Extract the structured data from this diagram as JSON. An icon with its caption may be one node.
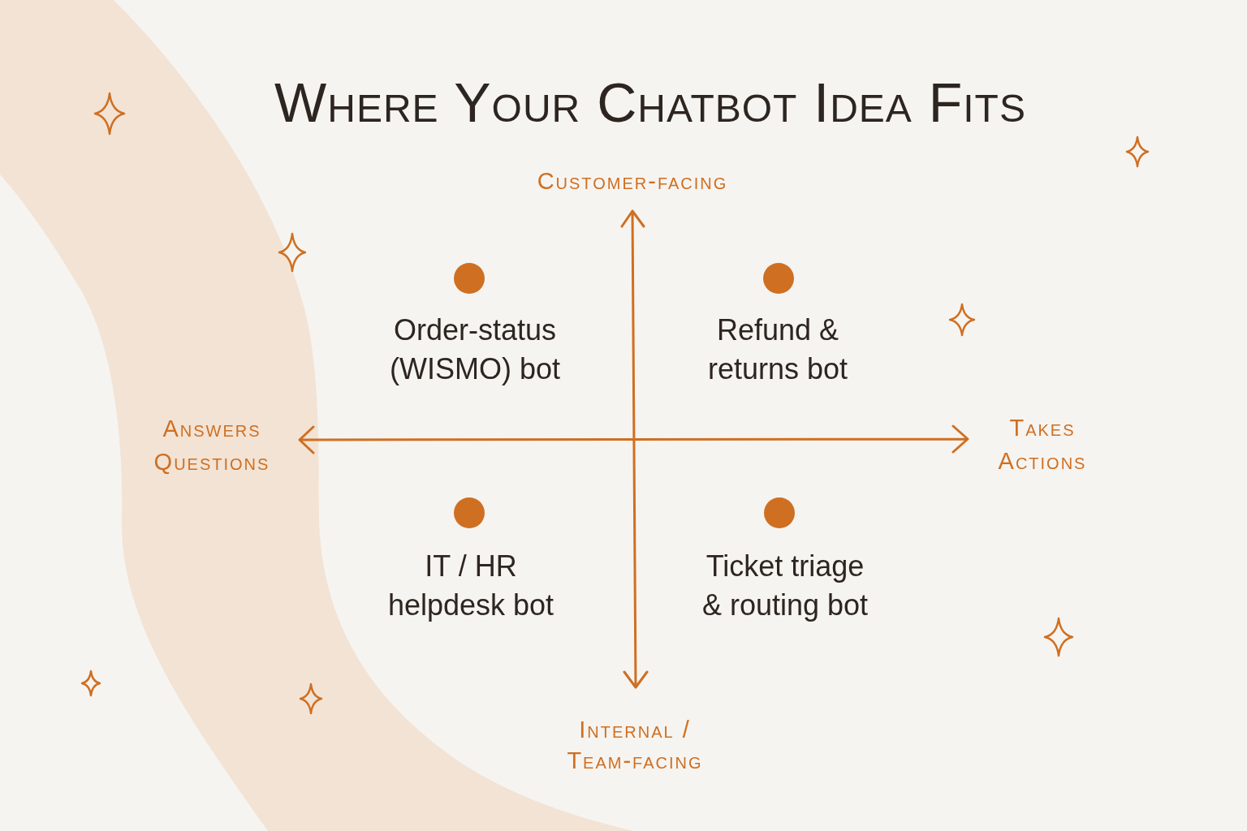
{
  "diagram": {
    "title": "Where Your Chatbot Idea Fits",
    "nodes": [
      {
        "text": [],
        "shape": "circle",
        "beside": [
          "Order-status (WISMO) bot"
        ]
      },
      {
        "text": [],
        "shape": "circle",
        "beside": [
          "Refund & returns bot"
        ]
      },
      {
        "text": [],
        "shape": "circle",
        "beside": [
          "IT / HR helpdesk bot"
        ]
      },
      {
        "text": [],
        "shape": "circle",
        "beside": [
          "Ticket triage & routing bot"
        ]
      }
    ],
    "labels": [
      "Customer-facing",
      "Answers Questions",
      "Takes Actions",
      "Internal / Team-facing"
    ]
  }
}
